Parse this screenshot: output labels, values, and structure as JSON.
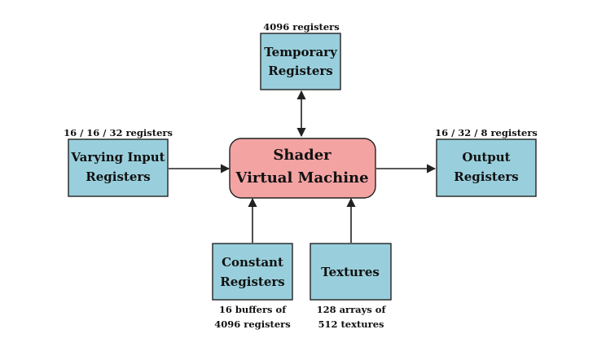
{
  "colors": {
    "register_box_fill": "#99cfdc",
    "core_box_fill": "#f4a3a3",
    "stroke": "#222222"
  },
  "core": {
    "line1": "Shader",
    "line2": "Virtual Machine"
  },
  "temporary": {
    "line1": "Temporary",
    "line2": "Registers",
    "caption": "4096 registers"
  },
  "varying_input": {
    "line1": "Varying Input",
    "line2": "Registers",
    "caption": "16 / 16 / 32 registers"
  },
  "output": {
    "line1": "Output",
    "line2": "Registers",
    "caption": "16 / 32 / 8 registers"
  },
  "constant": {
    "line1": "Constant",
    "line2": "Registers",
    "caption_line1": "16 buffers of",
    "caption_line2": "4096 registers"
  },
  "textures": {
    "line1": "Textures",
    "caption_line1": "128 arrays of",
    "caption_line2": "512 textures"
  }
}
